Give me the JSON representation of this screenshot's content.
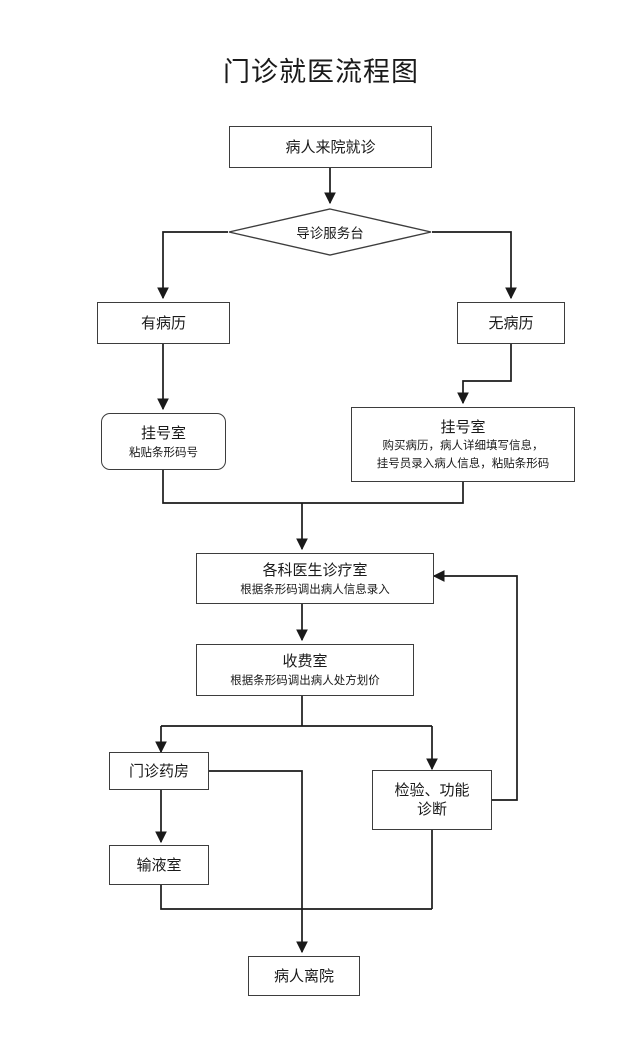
{
  "title": "门诊就医流程图",
  "diagram": {
    "type": "flowchart",
    "orientation": "top-to-bottom",
    "nodes": [
      {
        "id": "start",
        "shape": "rect",
        "main": "病人来院就诊",
        "sub": []
      },
      {
        "id": "triage",
        "shape": "diamond",
        "main": "导诊服务台",
        "sub": []
      },
      {
        "id": "has-record",
        "shape": "rect",
        "main": "有病历",
        "sub": []
      },
      {
        "id": "no-record",
        "shape": "rect",
        "main": "无病历",
        "sub": []
      },
      {
        "id": "reg-left",
        "shape": "rounded",
        "main": "挂号室",
        "sub": [
          "粘贴条形码号"
        ]
      },
      {
        "id": "reg-right",
        "shape": "rect",
        "main": "挂号室",
        "sub": [
          "购买病历，病人详细填写信息，",
          "挂号员录入病人信息，粘贴条形码"
        ]
      },
      {
        "id": "clinic",
        "shape": "rect",
        "main": "各科医生诊疗室",
        "sub": [
          "根据条形码调出病人信息录入"
        ]
      },
      {
        "id": "cashier",
        "shape": "rect",
        "main": "收费室",
        "sub": [
          "根据条形码调出病人处方划价"
        ]
      },
      {
        "id": "pharmacy",
        "shape": "rect",
        "main": "门诊药房",
        "sub": []
      },
      {
        "id": "exam",
        "shape": "rect",
        "main": "检验、功能",
        "sub": [
          "诊断"
        ]
      },
      {
        "id": "infusion",
        "shape": "rect",
        "main": "输液室",
        "sub": []
      },
      {
        "id": "leave",
        "shape": "rect",
        "main": "病人离院",
        "sub": []
      }
    ],
    "edges": [
      {
        "from": "start",
        "to": "triage"
      },
      {
        "from": "triage",
        "to": "has-record"
      },
      {
        "from": "triage",
        "to": "no-record"
      },
      {
        "from": "has-record",
        "to": "reg-left"
      },
      {
        "from": "no-record",
        "to": "reg-right"
      },
      {
        "from": "reg-left",
        "to": "clinic"
      },
      {
        "from": "reg-right",
        "to": "clinic"
      },
      {
        "from": "clinic",
        "to": "cashier"
      },
      {
        "from": "cashier",
        "to": "pharmacy"
      },
      {
        "from": "cashier",
        "to": "exam"
      },
      {
        "from": "pharmacy",
        "to": "infusion"
      },
      {
        "from": "pharmacy",
        "to": "leave"
      },
      {
        "from": "infusion",
        "to": "leave"
      },
      {
        "from": "exam",
        "to": "clinic"
      },
      {
        "from": "exam",
        "to": "leave"
      }
    ]
  },
  "style": {
    "stroke": "#3d3d3d",
    "line": "#1a1a1a",
    "background": "#ffffff",
    "text": "#1a1a1a"
  }
}
